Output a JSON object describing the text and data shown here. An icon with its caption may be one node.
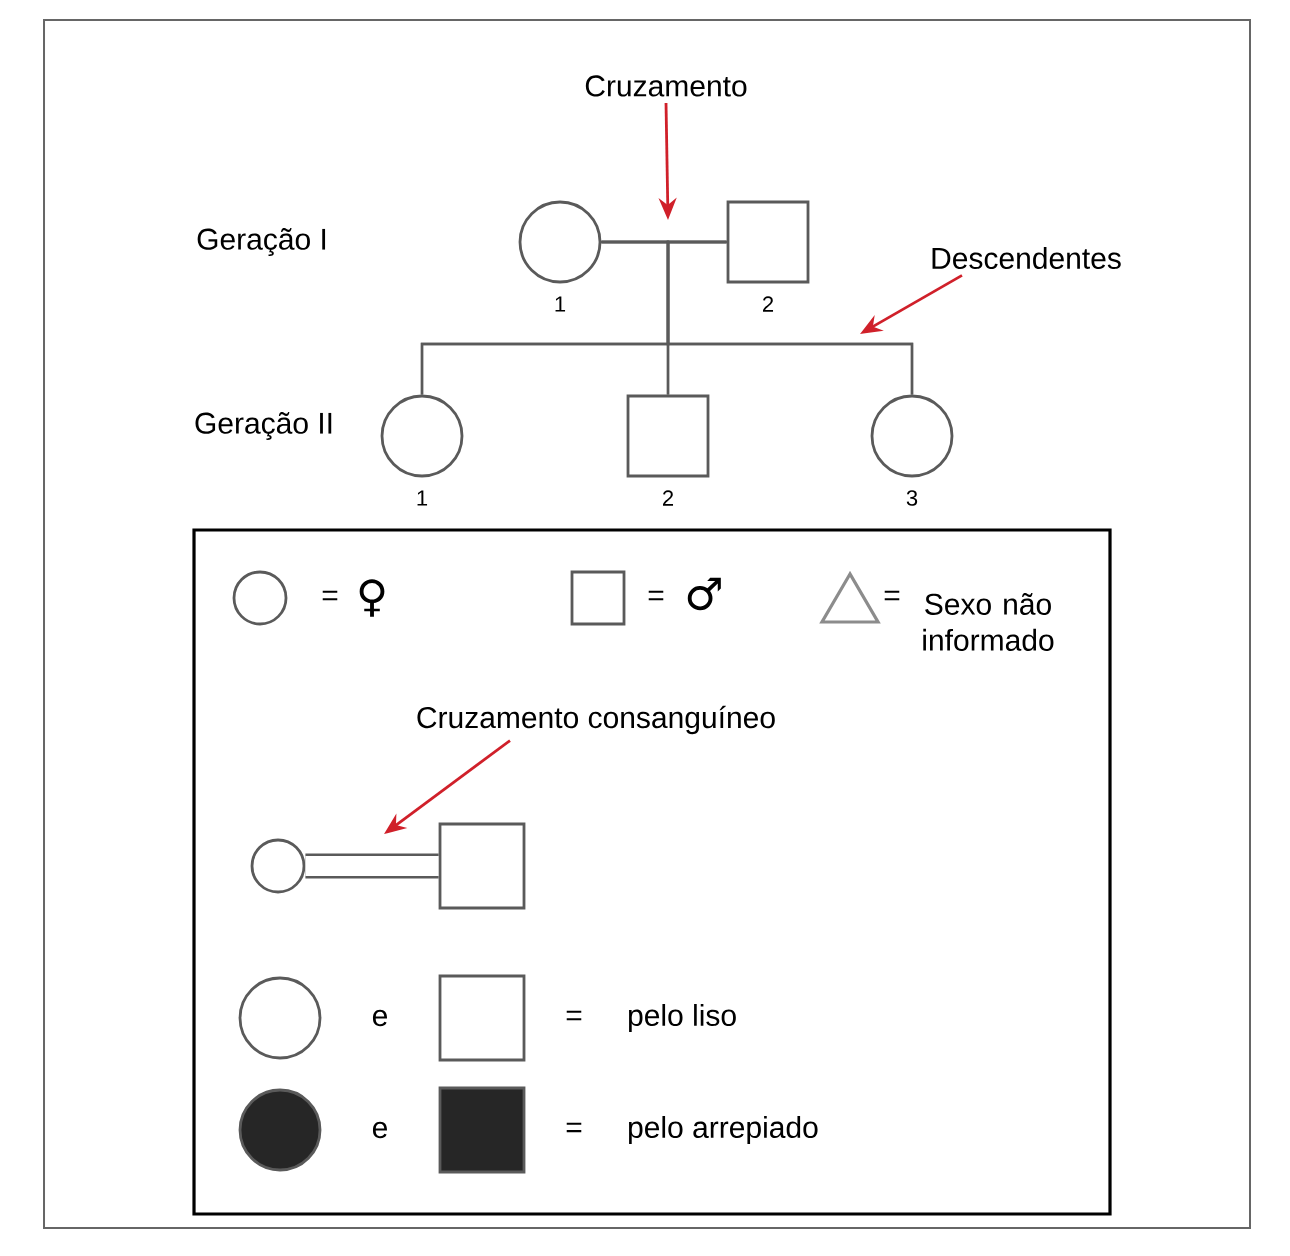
{
  "diagram": {
    "nodes": [
      {
        "text": [
          "Cruzamento"
        ]
      },
      {
        "text": [],
        "shape": "circle",
        "beside": [
          "1"
        ]
      },
      {
        "text": [],
        "shape": "box",
        "beside": [
          "2"
        ]
      },
      {
        "text": [
          "Descendentes"
        ]
      },
      {
        "text": [],
        "shape": "circle",
        "beside": [
          "1"
        ]
      },
      {
        "text": [],
        "shape": "box",
        "beside": [
          "2"
        ]
      },
      {
        "text": [],
        "shape": "circle",
        "beside": [
          "3"
        ]
      },
      {
        "text": [],
        "shape": "box"
      },
      {
        "text": [
          "Cruzamento consanguíneo"
        ],
        "in": 7
      },
      {
        "text": [],
        "shape": "circle",
        "in": 7
      },
      {
        "text": [],
        "shape": "box",
        "in": 7
      }
    ],
    "edges": [
      {
        "from": 0,
        "to": null,
        "arrow": "to",
        "color": "#d0202a"
      },
      {
        "from": 1,
        "to": 2,
        "arrow": "none"
      },
      {
        "from": 1,
        "to": 4,
        "arrow": "none"
      },
      {
        "from": 1,
        "to": 5,
        "arrow": "none"
      },
      {
        "from": 1,
        "to": 6,
        "arrow": "none"
      },
      {
        "from": 2,
        "to": 4,
        "arrow": "none"
      },
      {
        "from": 2,
        "to": 5,
        "arrow": "none"
      },
      {
        "from": 2,
        "to": 6,
        "arrow": "none"
      },
      {
        "from": 3,
        "to": null,
        "arrow": "to",
        "color": "#d0202a"
      },
      {
        "from": 8,
        "to": null,
        "arrow": "to",
        "color": "#d0202a"
      },
      {
        "from": 9,
        "to": 10,
        "arrow": "none",
        "style": "thick"
      }
    ],
    "labels": [
      "Geração I",
      "Geração II",
      "=",
      "=",
      "=",
      "e",
      "=",
      "e",
      "="
    ],
    "legend": [
      {
        "text": "♀"
      },
      {
        "text": "♂"
      },
      {
        "text": "Sexo não informado"
      },
      {
        "text": "pelo liso"
      },
      {
        "text": "pelo arrepiado"
      }
    ]
  }
}
